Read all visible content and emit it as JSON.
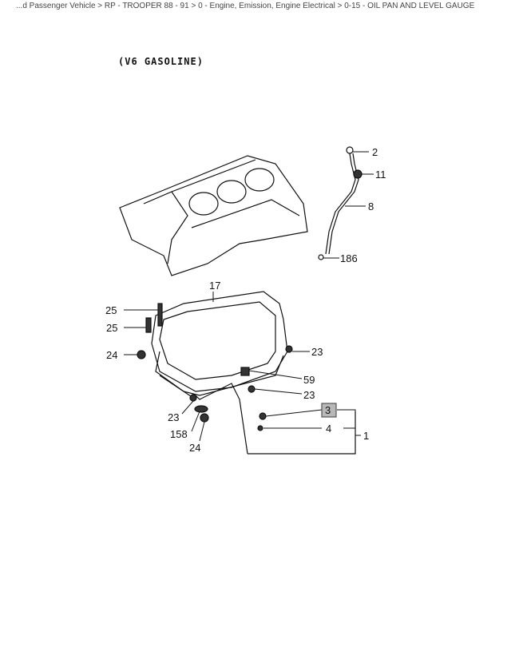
{
  "breadcrumb": "...d Passenger Vehicle > RP - TROOPER 88 - 91 > 0 - Engine, Emission, Engine Electrical > 0-15 - OIL PAN AND LEVEL GAUGE",
  "diagram": {
    "title": "(V6 GASOLINE)",
    "highlight_color": "#b8b8b8",
    "callouts": {
      "c2": "2",
      "c11": "11",
      "c8": "8",
      "c186": "186",
      "c17": "17",
      "c25a": "25",
      "c25b": "25",
      "c24a": "24",
      "c23a": "23",
      "c59": "59",
      "c23b": "23",
      "c23c": "23",
      "c158": "158",
      "c24b": "24",
      "c3": "3",
      "c4": "4",
      "c1": "1"
    }
  }
}
